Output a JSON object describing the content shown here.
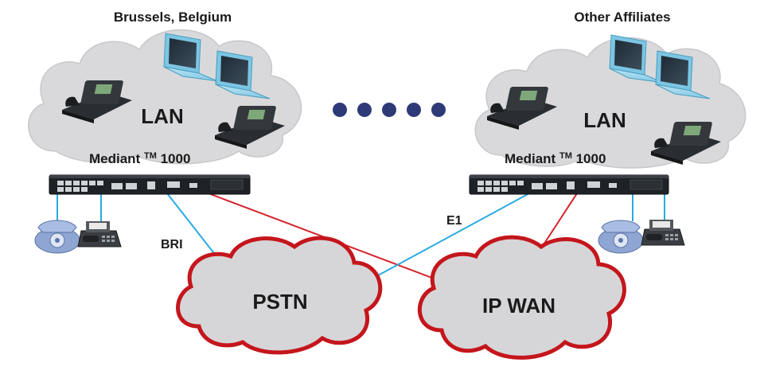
{
  "sites": {
    "left": {
      "title": "Brussels, Belgium",
      "lan": "LAN",
      "device_name": "Mediant",
      "device_tm": "TM",
      "device_model": "1000"
    },
    "right": {
      "title": "Other Affiliates",
      "lan": "LAN",
      "device_name": "Mediant",
      "device_tm": "TM",
      "device_model": "1000"
    }
  },
  "clouds": {
    "pstn": "PSTN",
    "ipwan": "IP WAN"
  },
  "links": {
    "bri": "BRI",
    "e1": "E1"
  },
  "colors": {
    "lan_cloud_fill": "#d9d9db",
    "wan_cloud_fill": "#d6d6d8",
    "wan_cloud_stroke": "#c4161c",
    "pstn_link": "#29abe2",
    "ip_link": "#d4232b",
    "ellipsis_dots": "#2e3a78"
  },
  "ellipsis_dot_count": 5
}
